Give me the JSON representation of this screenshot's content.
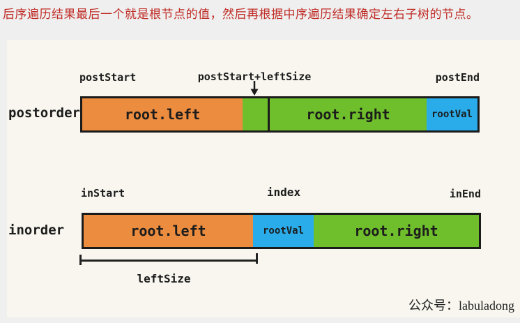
{
  "intro": {
    "text": "后序遍历结果最后一个就是根节点的值，然后再根据中序遍历结果确定左右子树的节点。"
  },
  "colors": {
    "intro_red": "#bf2b25",
    "orange": "#ec8c3f",
    "green": "#6fbe2b",
    "blue": "#29ace9",
    "outline": "#1b1b1b",
    "panel_bg": "#f8f6ef",
    "page_bg": "#efefef"
  },
  "diagram": {
    "postorder": {
      "row_label": "postorder",
      "pointer_labels": {
        "start": "postStart",
        "split": "postStart+leftSize",
        "end": "postEnd"
      },
      "segments": {
        "left": {
          "label": "root.left",
          "color": "#ec8c3f"
        },
        "right": {
          "label": "root.right",
          "color": "#6fbe2b"
        },
        "root": {
          "label": "rootVal",
          "color": "#29ace9"
        }
      }
    },
    "inorder": {
      "row_label": "inorder",
      "pointer_labels": {
        "start": "inStart",
        "split": "index",
        "end": "inEnd"
      },
      "segments": {
        "left": {
          "label": "root.left",
          "color": "#ec8c3f"
        },
        "root": {
          "label": "rootVal",
          "color": "#29ace9"
        },
        "right": {
          "label": "root.right",
          "color": "#6fbe2b"
        }
      }
    },
    "bracket_label": "leftSize",
    "watermark": "公众号：labuladong"
  }
}
